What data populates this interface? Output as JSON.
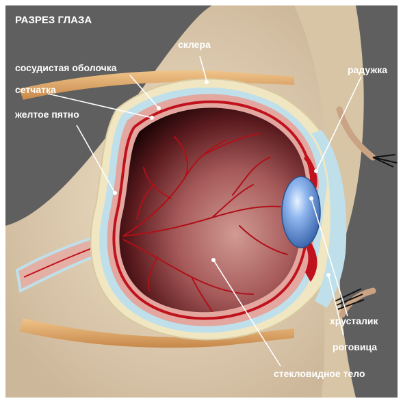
{
  "title": "РАЗРЕЗ ГЛАЗА",
  "labels": {
    "sclera": "склера",
    "choroid": "сосудистая оболочка",
    "retina": "сетчатка",
    "macula": "желтое пятно",
    "iris": "радужка",
    "lens": "хрусталик",
    "cornea": "роговица",
    "vitreous": "стекловидное тело"
  },
  "colors": {
    "background": "#5f5f5f",
    "light_band": "#e6d4b8",
    "sclera": "#f0e6c2",
    "cornea": "#bfe0ea",
    "choroid": "#e3a7a0",
    "vessels": "#c0121c",
    "vitreous_center": "#c88a84",
    "vitreous_edge": "#2a0a0c",
    "lens": "#6c9be0",
    "muscle": "#d9a36a"
  }
}
